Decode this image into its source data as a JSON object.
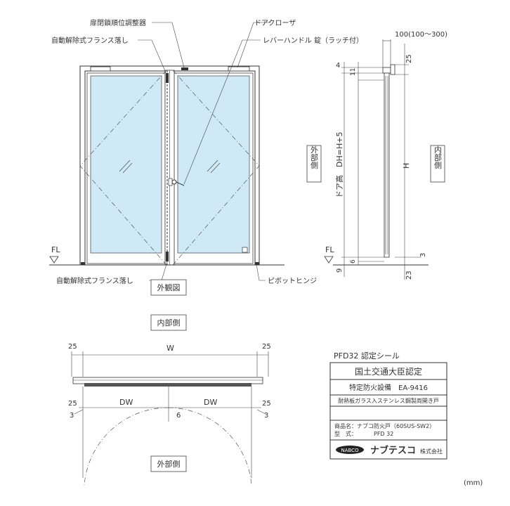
{
  "front_view": {
    "callout_closer_adjuster": "扉閉鎖順位調整器",
    "callout_auto_flush_bolt_top": "自動解除式フランス落し",
    "callout_door_closer": "ドアクローザ",
    "callout_lever_handle": "レバーハンドル 錠（ラッチ付）",
    "callout_auto_flush_bolt_bottom": "自動解除式フランス落し",
    "callout_pivot_hinge": "ピボットヒンジ",
    "fl_label_left": "FL",
    "title_box": "外観図"
  },
  "section_view": {
    "dim_top": "100(100～300)",
    "dim_4": "4",
    "dim_11": "11",
    "dim_25": "25",
    "dim_door_height": "ドア高　DH=H+5",
    "dim_H": "H",
    "dim_6": "6",
    "dim_9": "9",
    "dim_3": "3",
    "dim_23": "23",
    "fl_label": "FL",
    "outside_label": "外部側",
    "inside_label": "内部側"
  },
  "plan_view": {
    "inside_label": "内部側",
    "outside_label": "外部側",
    "dim_W": "W",
    "dim_25_tl": "25",
    "dim_25_tr": "25",
    "dim_25_ml": "25",
    "dim_25_mr": "25",
    "dim_DW_left": "DW",
    "dim_DW_right": "DW",
    "dim_3_left": "3",
    "dim_3_right": "3",
    "dim_6": "6"
  },
  "seal": {
    "heading": "PFD32 認定シール",
    "title": "国土交通大臣認定",
    "category": "特定防火設備　EA-9416",
    "description": "耐熱板ガラス入ステンレス鋼製両開き戸",
    "product_name": "商品名：ナブコ防火戸（60SUS-SW2）",
    "model_label": "型　式：",
    "model_value": "PFD 32",
    "brand_badge": "NABCO",
    "company": "ナブテスコ",
    "company_suffix": "株式会社"
  },
  "unit_note": "(mm)"
}
